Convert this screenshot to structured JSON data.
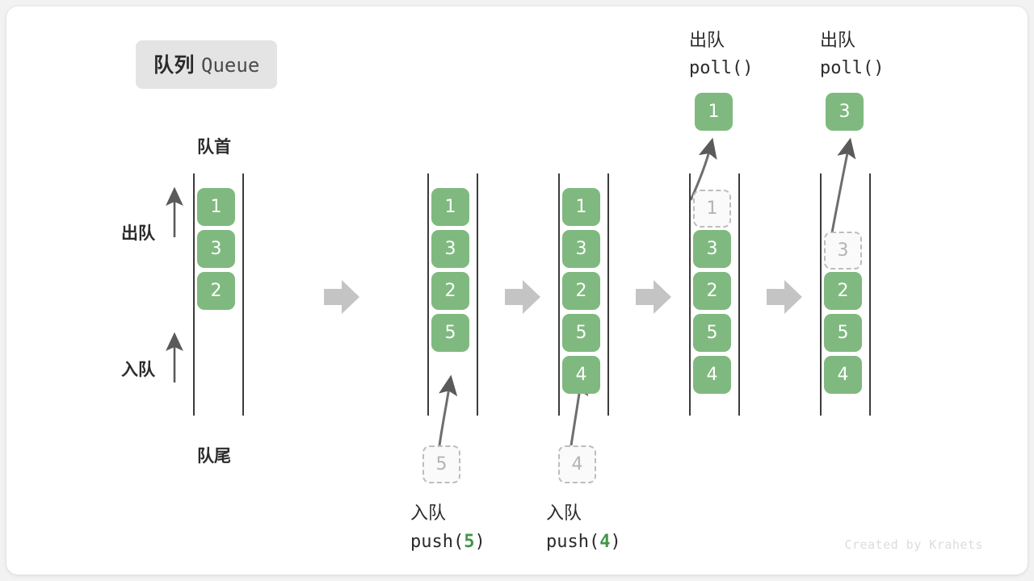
{
  "title": {
    "cn": "队列",
    "en": "Queue"
  },
  "labels": {
    "front": "队首",
    "rear": "队尾",
    "dequeue": "出队",
    "enqueue": "入队"
  },
  "watermark": "Created by Krahets",
  "colors": {
    "cell_fill": "#7fb97f",
    "cell_text": "#ffffff",
    "ghost_border": "#bdbdbd",
    "ghost_text": "#b4b4b4",
    "rail": "#3b3b3b",
    "flow_arrow": "#c4c4c4",
    "accent_value": "#43954a",
    "badge_bg": "#e4e4e4",
    "card_bg": "#ffffff",
    "page_bg": "#f2f2f2"
  },
  "stages": [
    {
      "id": "initial",
      "cells": [
        "1",
        "3",
        "2"
      ],
      "ghost": null,
      "top_label": "队首",
      "bottom_label": "队尾",
      "side_labels": [
        "出队",
        "入队"
      ],
      "caption": null,
      "popped": null
    },
    {
      "id": "push-5",
      "cells": [
        "1",
        "3",
        "2",
        "5"
      ],
      "ghost": null,
      "incoming": "5",
      "caption": {
        "cn": "入队",
        "fn": "push(",
        "value": "5",
        "fn_end": ")"
      },
      "popped": null
    },
    {
      "id": "push-4",
      "cells": [
        "1",
        "3",
        "2",
        "5",
        "4"
      ],
      "ghost": null,
      "incoming": "4",
      "caption": {
        "cn": "入队",
        "fn": "push(",
        "value": "4",
        "fn_end": ")"
      },
      "popped": null
    },
    {
      "id": "poll-1",
      "cells": [
        "3",
        "2",
        "5",
        "4"
      ],
      "ghost": "1",
      "ghost_slot": 0,
      "caption": {
        "cn": "出队",
        "fn": "poll()"
      },
      "popped": "1"
    },
    {
      "id": "poll-3",
      "cells": [
        "2",
        "5",
        "4"
      ],
      "ghost": "3",
      "ghost_slot": 1,
      "caption": {
        "cn": "出队",
        "fn": "poll()"
      },
      "popped": "3"
    }
  ]
}
